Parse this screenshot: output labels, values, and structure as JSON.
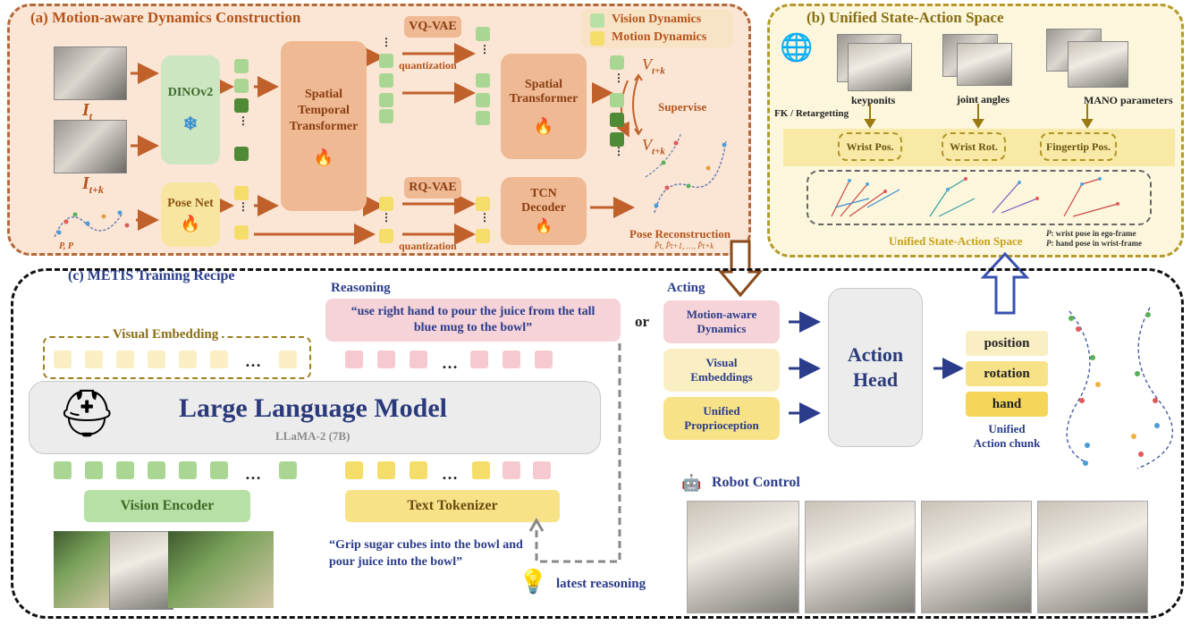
{
  "panel_a": {
    "title": "(a) Motion-aware Dynamics Construction",
    "dinov2": "DINOv2",
    "pose_net": "Pose Net",
    "stt": [
      "Spatial",
      "Temporal",
      "Transformer"
    ],
    "vqvae": "VQ-VAE",
    "rqvae": "RQ-VAE",
    "quantization1": "quantization",
    "quantization2": "quantization",
    "spatial_transformer": [
      "Spatial",
      "Transformer"
    ],
    "tcn_decoder": [
      "TCN",
      "Decoder"
    ],
    "supervise": "Supervise",
    "pose_reconstruction": "Pose Reconstruction",
    "legend_vision": "Vision Dynamics",
    "legend_motion": "Motion Dynamics",
    "i_t": "I",
    "i_t_sub": "t",
    "i_tk": "I",
    "i_tk_sub": "t+k",
    "v_hat": "V",
    "v_hat_sub": "t+k",
    "v": "V",
    "v_sub": "t+k",
    "p_seq": "P",
    "p_seq_rest": ", P",
    "p_hat_seq": "P̂t, P̂t+1, …, P̂t+k"
  },
  "panel_b": {
    "title": "(b) Unified State-Action Space",
    "keypoints": "keyponits",
    "joint_angles": "joint angles",
    "mano": "MANO parameters",
    "fk": "FK / Retargetting",
    "wrist_pos": "Wrist Pos.",
    "wrist_rot": "Wrist Rot.",
    "fingertip": "Fingertip Pos.",
    "space_label": "Unified State-Action Space",
    "note1": ": wrist pose in ego-frame",
    "note2": ": hand pose in wrist-frame"
  },
  "panel_c": {
    "title": "(c) METIS Training Recipe",
    "reasoning_label": "Reasoning",
    "reasoning_text": "“use right hand to pour the juice from the tall blue mug to the bowl”",
    "or": "or",
    "visual_embedding": "Visual Embedding",
    "llm": "Large Language Model",
    "llm_sub": "LLaMA-2 (7B)",
    "vision_encoder": "Vision Encoder",
    "text_tokenizer": "Text Tokenizer",
    "instruction": "“Grip sugar cubes into the bowl and pour juice into the bowl”",
    "latest_reasoning": "latest reasoning",
    "acting_label": "Acting",
    "mad": [
      "Motion-aware",
      "Dynamics"
    ],
    "ve": [
      "Visual",
      "Embeddings"
    ],
    "up": [
      "Unified",
      "Proprioception"
    ],
    "action_head": [
      "Action",
      "Head"
    ],
    "position": "position",
    "rotation": "rotation",
    "hand": "hand",
    "chunk": [
      "Unified",
      "Action chunk"
    ],
    "robot_control": "Robot Control"
  },
  "colors": {
    "panel_a_border": "#b0683a",
    "panel_b_border": "#b29a2c",
    "arrow_orange": "#c0602a",
    "arrow_blue": "#2a3c8a",
    "text_blue": "#2a3c8a"
  },
  "icons": [
    "snowflake-icon",
    "flame-icon",
    "globe-icon",
    "helmet-logo-icon",
    "lightbulb-icon",
    "robot-icon"
  ]
}
